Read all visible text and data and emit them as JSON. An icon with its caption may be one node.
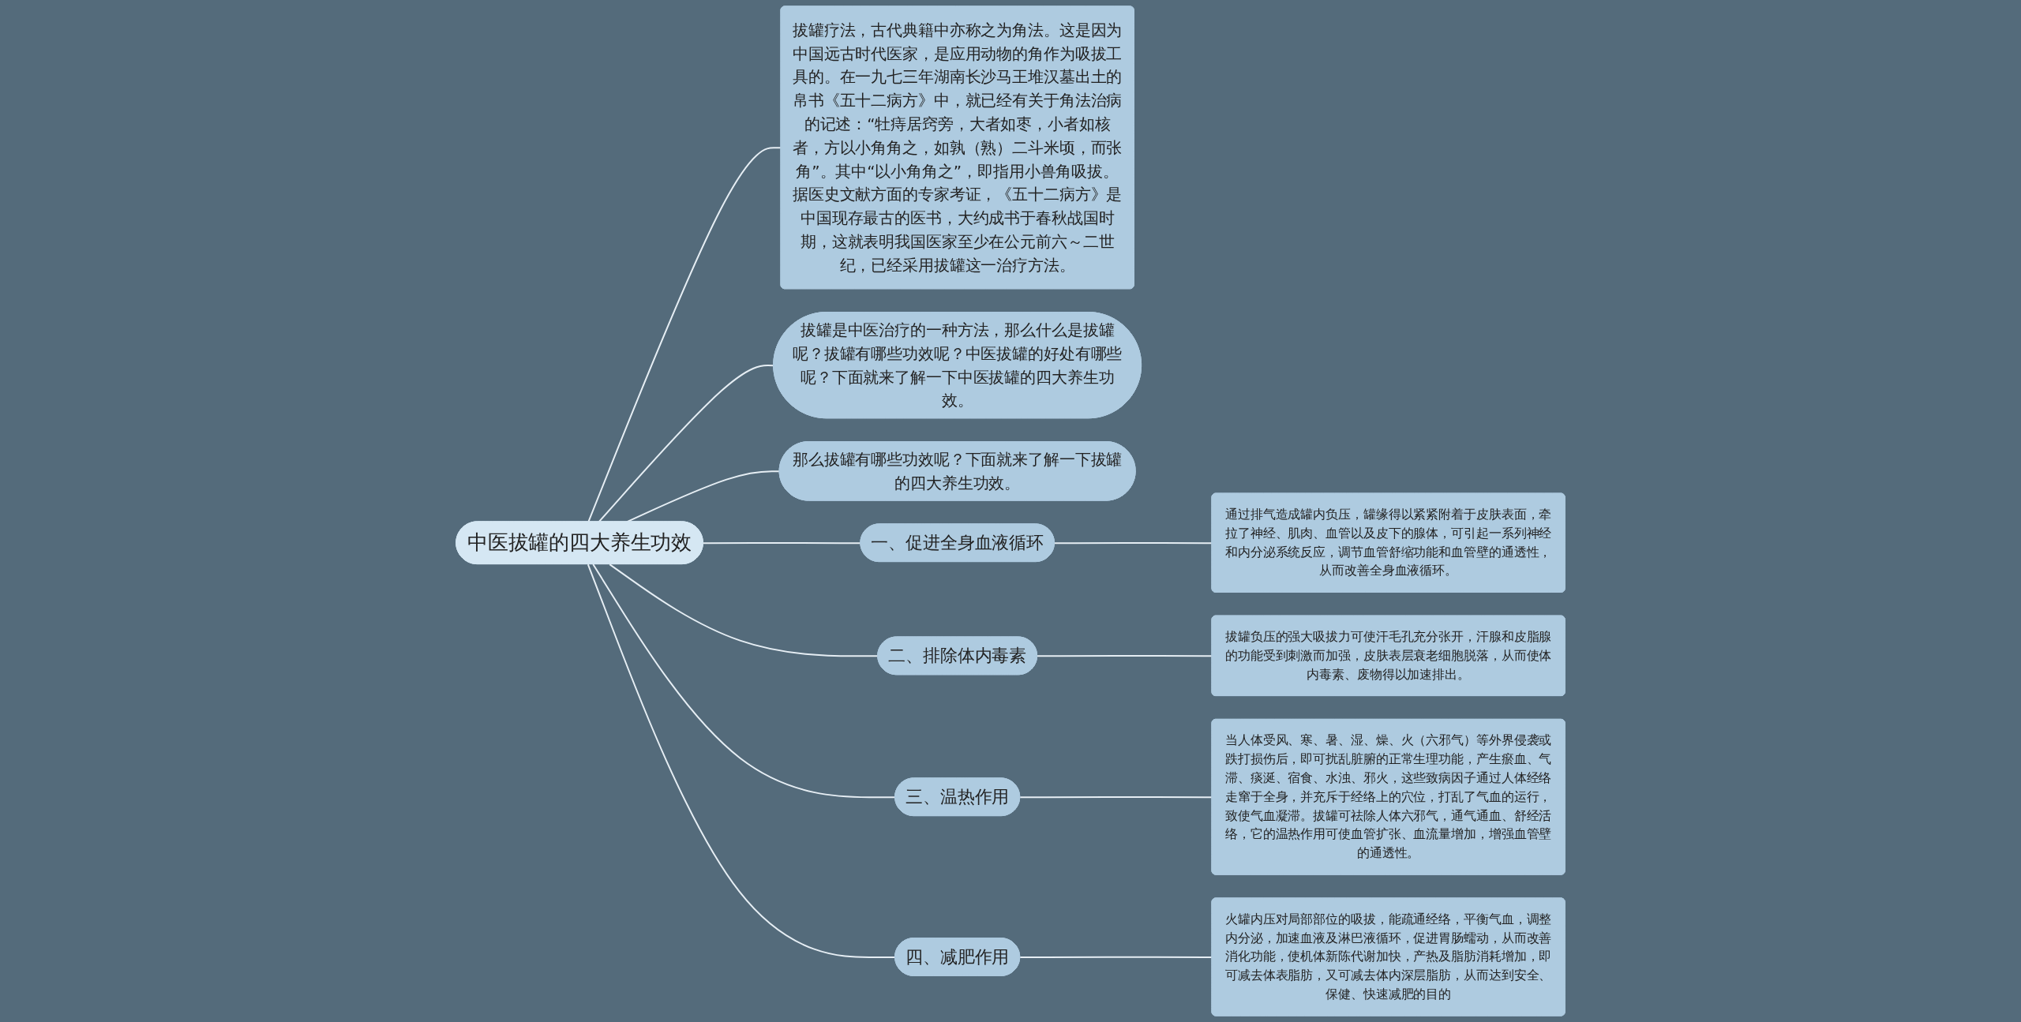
{
  "diagram": {
    "nodes": [
      {
        "text": [
          "中医拔罐的四大养生功效"
        ]
      },
      {
        "text": [
          "拔罐疗法，古代典籍中亦称之为角法。这是因为中国远古时代医家，是应用动物的角作为吸拔工具的。在一九七三年湖南长沙马王堆汉墓出土的帛书《五十二病方》中，就已经有关于角法治病的记述：“牡痔居窍旁，大者如枣，小者如核者，方以小角角之，如孰（熟）二斗米顷，而张角”。其中“以小角角之”，即指用小兽角吸拔。据医史文献方面的专家考证，《五十二病方》是中国现存最古的医书，大约成书于春秋战国时期，这就表明我国医家至少在公元前六～二世纪，已经采用拔罐这一治疗方法。"
        ]
      },
      {
        "text": [
          "拔罐是中医治疗的一种方法，那么什么是拔罐呢？拔罐有哪些功效呢？中医拔罐的好处有哪些呢？下面就来了解一下中医拔罐的四大养生功效。"
        ]
      },
      {
        "text": [
          "那么拔罐有哪些功效呢？下面就来了解一下拔罐的四大养生功效。"
        ]
      },
      {
        "text": [
          "一、促进全身血液循环"
        ]
      },
      {
        "text": [
          "通过排气造成罐内负压，罐缘得以紧紧附着于皮肤表面，牵拉了神经、肌肉、血管以及皮下的腺体，可引起一系列神经和内分泌系统反应，调节血管舒缩功能和血管壁的通透性，从而改善全身血液循环。"
        ]
      },
      {
        "text": [
          "二、排除体内毒素"
        ]
      },
      {
        "text": [
          "拔罐负压的强大吸拔力可使汗毛孔充分张开，汗腺和皮脂腺的功能受到刺激而加强，皮肤表层衰老细胞脱落，从而使体内毒素、废物得以加速排出。"
        ]
      },
      {
        "text": [
          "三、温热作用"
        ]
      },
      {
        "text": [
          "当人体受风、寒、暑、湿、燥、火（六邪气）等外界侵袭或跌打损伤后，即可扰乱脏腑的正常生理功能，产生瘀血、气滞、痰涎、宿食、水浊、邪火，这些致病因子通过人体经络走窜于全身，并充斥于经络上的穴位，打乱了气血的运行，致使气血凝滞。拔罐可祛除人体六邪气，通气通血、舒经活络，它的温热作用可使血管扩张、血流量增加，增强血管壁的通透性。"
        ]
      },
      {
        "text": [
          "四、减肥作用"
        ]
      },
      {
        "text": [
          "火罐内压对局部部位的吸拔，能疏通经络，平衡气血，调整内分泌，加速血液及淋巴液循环，促进胃肠蠕动，从而改善消化功能，使机体新陈代谢加快，产热及脂肪消耗增加，即可减去体表脂肪，又可减去体内深层脂肪，从而达到安全、保健、快速减肥的目的"
        ]
      }
    ],
    "edges": [
      {
        "from": 0,
        "to": 1,
        "arrow": "none"
      },
      {
        "from": 0,
        "to": 2,
        "arrow": "none"
      },
      {
        "from": 0,
        "to": 3,
        "arrow": "none"
      },
      {
        "from": 0,
        "to": 4,
        "arrow": "none"
      },
      {
        "from": 4,
        "to": 5,
        "arrow": "none"
      },
      {
        "from": 0,
        "to": 6,
        "arrow": "none"
      },
      {
        "from": 6,
        "to": 7,
        "arrow": "none"
      },
      {
        "from": 0,
        "to": 8,
        "arrow": "none"
      },
      {
        "from": 8,
        "to": 9,
        "arrow": "none"
      },
      {
        "from": 0,
        "to": 10,
        "arrow": "none"
      },
      {
        "from": 10,
        "to": 11,
        "arrow": "none"
      }
    ]
  }
}
